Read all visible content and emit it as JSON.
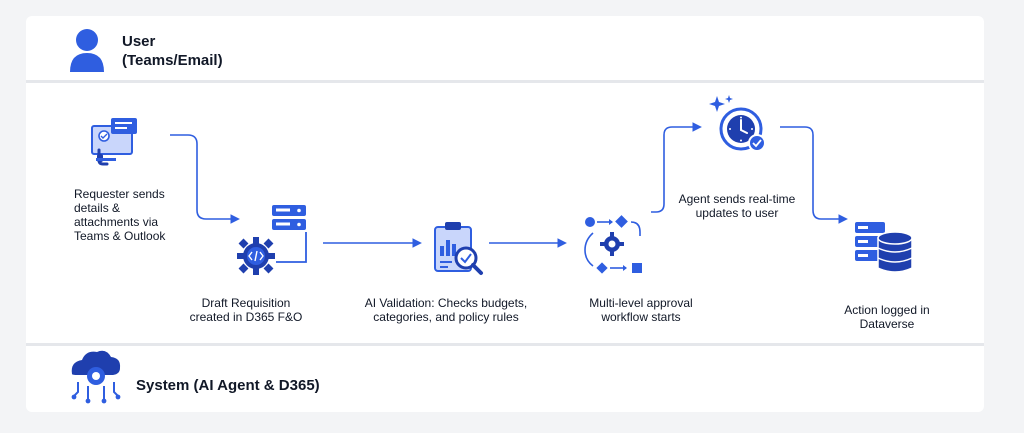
{
  "lanes": {
    "user": {
      "title_line1": "User",
      "title_line2": "(Teams/Email)"
    },
    "system": {
      "title": "System (AI Agent & D365)"
    }
  },
  "steps": [
    {
      "id": "request",
      "lines": [
        "Requester sends",
        "details &",
        "attachments via",
        "Teams & Outlook"
      ]
    },
    {
      "id": "draft",
      "lines": [
        "Draft Requisition",
        "created in D365 F&O"
      ]
    },
    {
      "id": "validation",
      "lines": [
        "AI Validation: Checks budgets,",
        "categories, and policy rules"
      ]
    },
    {
      "id": "approval",
      "lines": [
        "Multi-level approval",
        "workflow starts"
      ]
    },
    {
      "id": "updates",
      "lines": [
        "Agent sends real-time",
        "updates to user"
      ]
    },
    {
      "id": "logged",
      "lines": [
        "Action logged in",
        "Dataverse"
      ]
    }
  ],
  "colors": {
    "accent": "#2f5ee0",
    "accent_dark": "#1f3fae",
    "accent_light": "#c9d6fb",
    "separator": "#e5e7eb",
    "background": "#f3f4f6",
    "panel": "#ffffff"
  },
  "icons": {
    "user": "person-icon",
    "system": "cloud-gear-icon",
    "request": "screen-chat-touch-icon",
    "draft": "server-code-gear-icon",
    "validation": "clipboard-chart-check-icon",
    "approval": "workflow-icon",
    "updates": "clock-sparkle-check-icon",
    "logged": "database-server-icon"
  }
}
